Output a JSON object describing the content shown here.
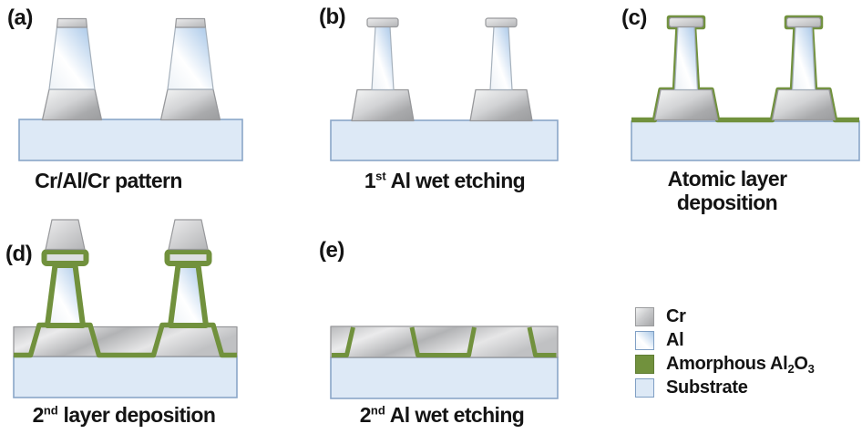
{
  "panels": [
    {
      "letter": "(a)",
      "caption": {
        "pre": "Cr/Al/Cr pattern",
        "sup": "",
        "post": ""
      }
    },
    {
      "letter": "(b)",
      "caption": {
        "pre": "1",
        "sup": "st",
        "post": " Al wet etching"
      }
    },
    {
      "letter": "(c)",
      "caption": {
        "pre": "Atomic layer deposition",
        "sup": "",
        "post": ""
      }
    },
    {
      "letter": "(d)",
      "caption": {
        "pre": "2",
        "sup": "nd",
        "post": " layer deposition"
      }
    },
    {
      "letter": "(e)",
      "caption": {
        "pre": "2",
        "sup": "nd",
        "post": " Al wet etching"
      }
    }
  ],
  "legend": {
    "items": [
      {
        "label": "Cr"
      },
      {
        "label": "Al"
      },
      {
        "label_parts": {
          "p1": "Amorphous Al",
          "sub1": "2",
          "p2": "O",
          "sub2": "3"
        }
      },
      {
        "label": "Substrate"
      }
    ]
  },
  "colors": {
    "green": "#71913d",
    "substrate_fill": "#dde9f6",
    "substrate_stroke": "#8aa6c8",
    "cr_stroke": "#97989b",
    "al_stroke": "#a6b1bc",
    "cr_light": "#f4f4f5",
    "cr_dark": "#9fa0a3",
    "al_blue": "#a9c8e8",
    "al_white": "#ffffff",
    "text": "#141414"
  }
}
